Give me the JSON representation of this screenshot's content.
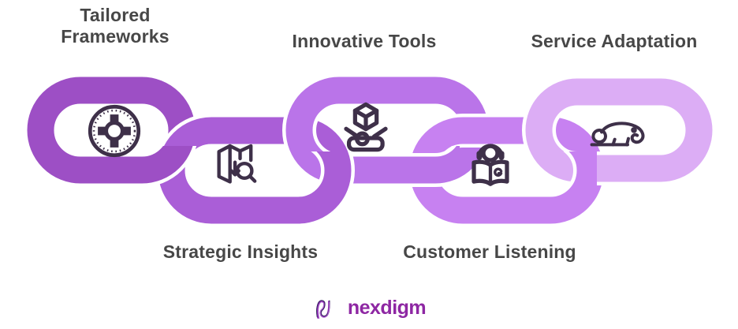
{
  "diagram": {
    "label_color": "#474747",
    "icon_color": "#3e3049",
    "links": [
      {
        "label": "Tailored Frameworks",
        "icon": "wheel-icon",
        "color": "#9d4fc5",
        "label_position": "top"
      },
      {
        "label": "Strategic Insights",
        "icon": "map-search-icon",
        "color": "#aa5ed7",
        "label_position": "bottom"
      },
      {
        "label": "Innovative Tools",
        "icon": "cube-hand-icon",
        "color": "#ba74e9",
        "label_position": "top"
      },
      {
        "label": "Customer Listening",
        "icon": "headphones-book-icon",
        "color": "#c781f1",
        "label_position": "bottom"
      },
      {
        "label": "Service Adaptation",
        "icon": "chameleon-icon",
        "color": "#dcadf5",
        "label_position": "top"
      }
    ]
  },
  "logo": {
    "text": "nexdigm",
    "color": "#8e27a3"
  }
}
